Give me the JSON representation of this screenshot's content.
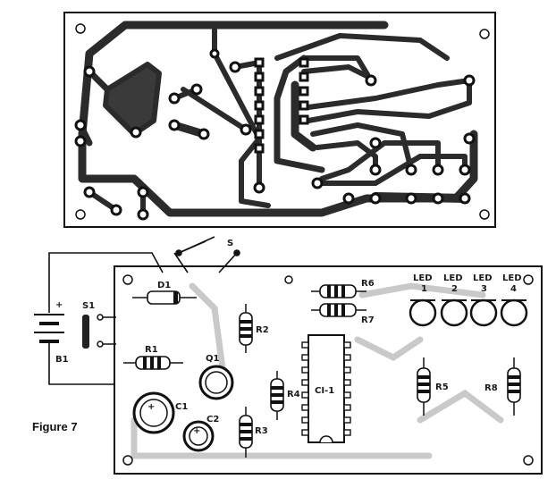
{
  "figure_label": "Figure 7",
  "switch_label": "S",
  "battery": {
    "plus": "+",
    "connector": "S1",
    "name": "B1"
  },
  "components": {
    "d1": "D1",
    "r1": "R1",
    "q1": "Q1",
    "c1": "C1",
    "c2": "C2",
    "c1_plus": "+",
    "c2_plus": "+",
    "r2": "R2",
    "r3": "R3",
    "r4": "R4",
    "r5": "R5",
    "r6": "R6",
    "r7": "R7",
    "r8": "R8",
    "ic": "CI-1"
  },
  "leds": [
    {
      "label": "LED",
      "number": "1"
    },
    {
      "label": "LED",
      "number": "2"
    },
    {
      "label": "LED",
      "number": "3"
    },
    {
      "label": "LED",
      "number": "4"
    }
  ],
  "colors": {
    "ink": "#1a1a1a",
    "copper": "#2b2b2b",
    "paper": "#ffffff",
    "shade": "#bdbdbd"
  }
}
